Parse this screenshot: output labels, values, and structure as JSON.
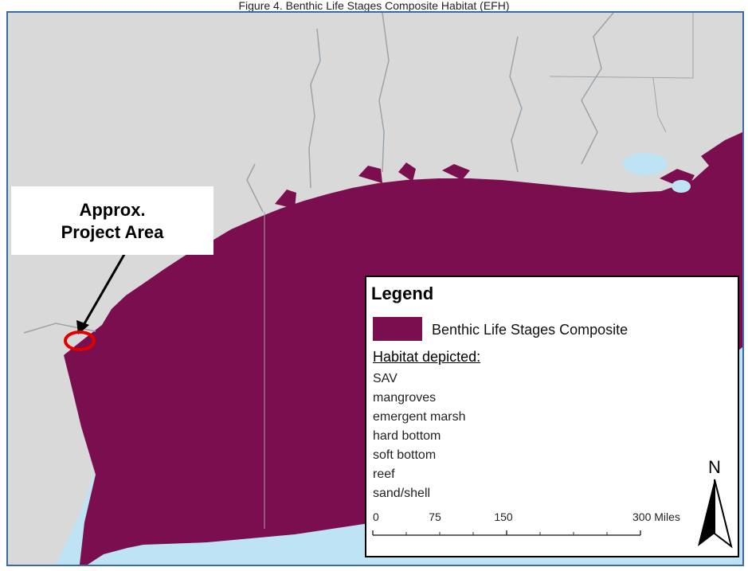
{
  "figure": {
    "title": "Figure 4. Benthic Life Stages Composite Habitat (EFH)"
  },
  "map": {
    "land_color": "#d9d9d9",
    "water_color": "#bde3f5",
    "habitat_color": "#7b0e4e",
    "callout_marker_color": "#e00000"
  },
  "callout": {
    "line1": "Approx.",
    "line2": "Project Area"
  },
  "legend": {
    "title": "Legend",
    "entry_label": "Benthic Life Stages Composite",
    "habitat_heading": "Habitat depicted:",
    "habitats": [
      "SAV",
      "mangroves",
      "emergent marsh",
      "hard bottom",
      "soft bottom",
      "reef",
      "sand/shell"
    ],
    "scale": {
      "ticks": [
        "0",
        "75",
        "150",
        "300 Miles"
      ]
    },
    "north_label": "N"
  }
}
